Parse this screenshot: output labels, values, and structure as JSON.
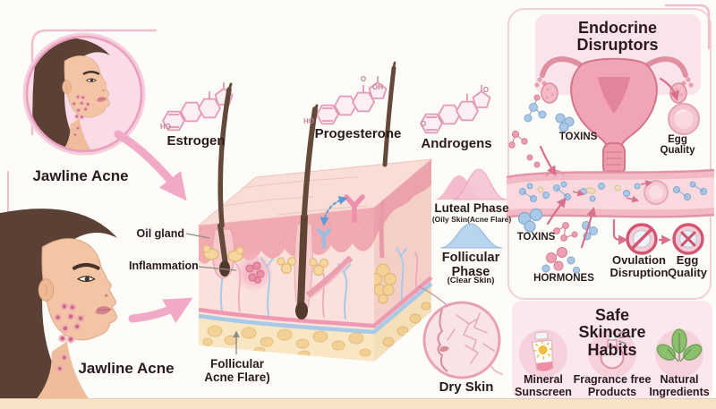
{
  "palette": {
    "accent_pink": "#ee9ab8",
    "panel_pink": "#fbe7ee",
    "frame_pink": "#f2bdd0",
    "text_dark": "#2a1a20",
    "vessel_blue": "#a9c9e8",
    "fat_yellow": "#f3d196",
    "leaf_green": "#8cc06f"
  },
  "left_panel": {
    "inset_caption": "Jawline Acne",
    "face_caption": "Jawline Acne"
  },
  "hormones": {
    "estrogen": "Estrogen",
    "progesterone": "Progesterone",
    "androgens": "Androgens"
  },
  "chem": {
    "ho": "HO",
    "o": "O",
    "oh": "OH"
  },
  "skin": {
    "oil_gland": "Oil gland",
    "inflammation": "Inflammation",
    "follicular_flare": "Follicular Acne Flare)"
  },
  "cycle": {
    "luteal_title": "Luteal Phase",
    "luteal_sub": "(Oily Skin(Acne Flare)",
    "follicular_title": "Follicular Phase",
    "follicular_sub": "(Clear Skin)",
    "dry_skin": "Dry Skin"
  },
  "endocrine": {
    "title": "Endocrine Disruptors",
    "toxins_upper": "TOXINS",
    "egg_quality_upper": "Egg Quality",
    "toxins_lower": "TOXINS",
    "hormones_label": "HORMONES",
    "ovulation_disruption": "Ovulation Disruption",
    "egg_quality_lower": "Egg Quality"
  },
  "skincare": {
    "title": "Safe Skincare Habits",
    "items": [
      {
        "label": "Mineral Sunscreen",
        "icon": "sunscreen-tube-icon"
      },
      {
        "label": "Fragrance free Products",
        "icon": "spray-bottle-icon"
      },
      {
        "label": "Natural Ingredients",
        "icon": "leaves-icon"
      }
    ]
  }
}
